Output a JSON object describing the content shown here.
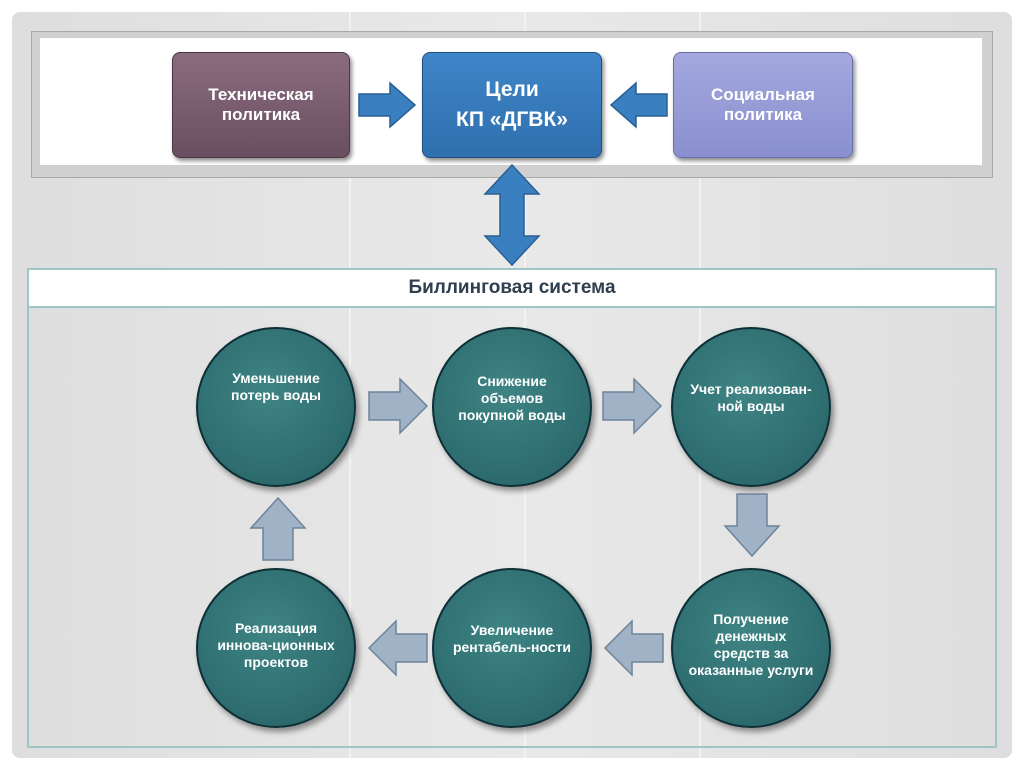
{
  "goals": {
    "line1": "Цели",
    "line2": "КП «ДГВК»"
  },
  "technical_policy": {
    "line1": "Техническая",
    "line2": "политика"
  },
  "social_policy": {
    "line1": "Социальная",
    "line2": "политика"
  },
  "billing_title": "Биллинговая система",
  "cycle": [
    {
      "text": "Уменьшение потерь воды"
    },
    {
      "text": "Снижение объемов покупной воды"
    },
    {
      "text": "Учет реализован-ной воды"
    },
    {
      "text": "Получение денежных средств за оказанные услуги"
    },
    {
      "text": "Увеличение рентабель-ности"
    },
    {
      "text": "Реализация иннова-ционных проектов"
    }
  ],
  "colors": {
    "technical": "#7a5e70",
    "goals": "#3a7fc0",
    "social": "#9a9ed8",
    "circle": "#2f6f72",
    "arrow_blue": "#3a7fc0",
    "arrow_gray": "#9fb2c6"
  }
}
